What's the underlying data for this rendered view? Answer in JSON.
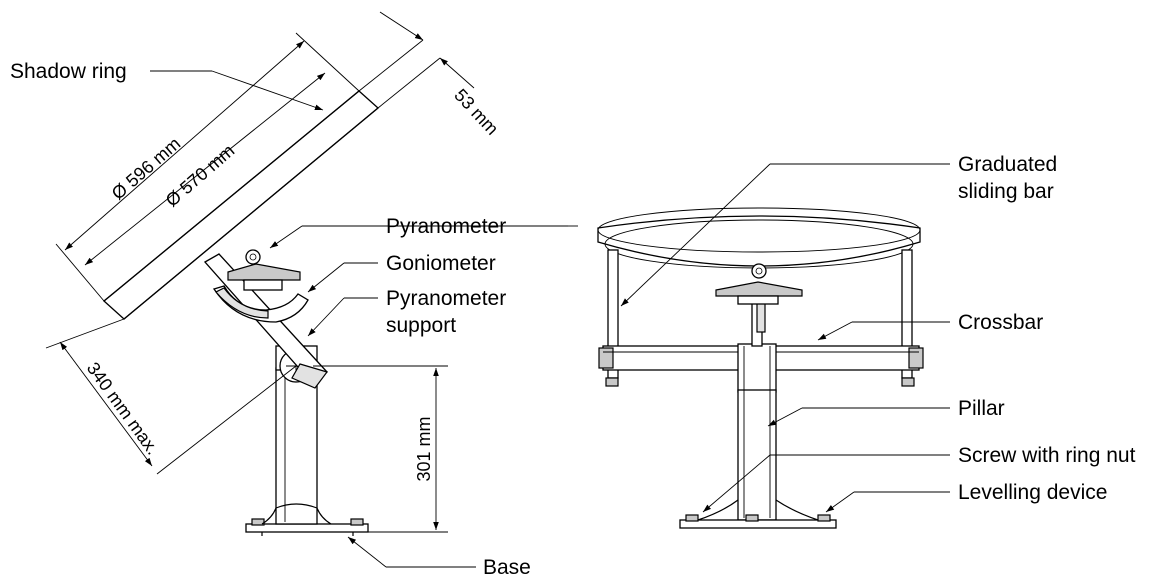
{
  "left_view": {
    "labels": {
      "shadow_ring": "Shadow ring",
      "pyranometer": "Pyranometer",
      "goniometer": "Goniometer",
      "pyranometer_support_line1": "Pyranometer",
      "pyranometer_support_line2": "support",
      "base": "Base"
    },
    "dimensions": {
      "outer_diameter": "Ø 596 mm",
      "inner_diameter": "Ø 570 mm",
      "ring_width": "53 mm",
      "arm_length": "340 mm max.",
      "pillar_height": "301 mm"
    }
  },
  "right_view": {
    "labels": {
      "graduated_sliding_bar_line1": "Graduated",
      "graduated_sliding_bar_line2": "sliding bar",
      "crossbar": "Crossbar",
      "pillar": "Pillar",
      "screw_with_ring_nut": "Screw with ring nut",
      "levelling_device": "Levelling device"
    }
  },
  "colors": {
    "line": "#000000",
    "part_fill": "#c9c9c9",
    "light_fill": "#e2e2e2"
  }
}
